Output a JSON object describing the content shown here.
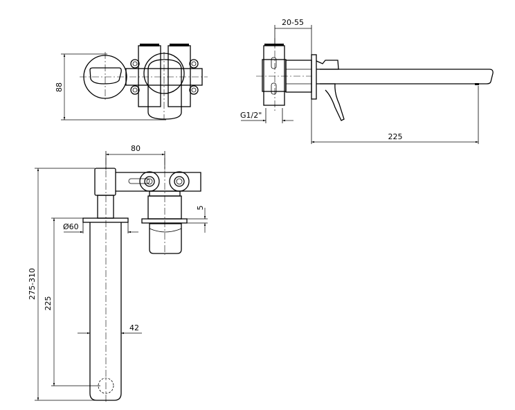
{
  "dimensions": {
    "top_height": "88",
    "wall_thickness": "20-55",
    "inlet_thread": "G1/2\"",
    "spout_projection": "225",
    "inlet_spacing": "80",
    "flange_thickness": "5",
    "flange_diameter": "Ø60",
    "total_height": "275-310",
    "spout_length": "225",
    "spout_width": "42"
  }
}
